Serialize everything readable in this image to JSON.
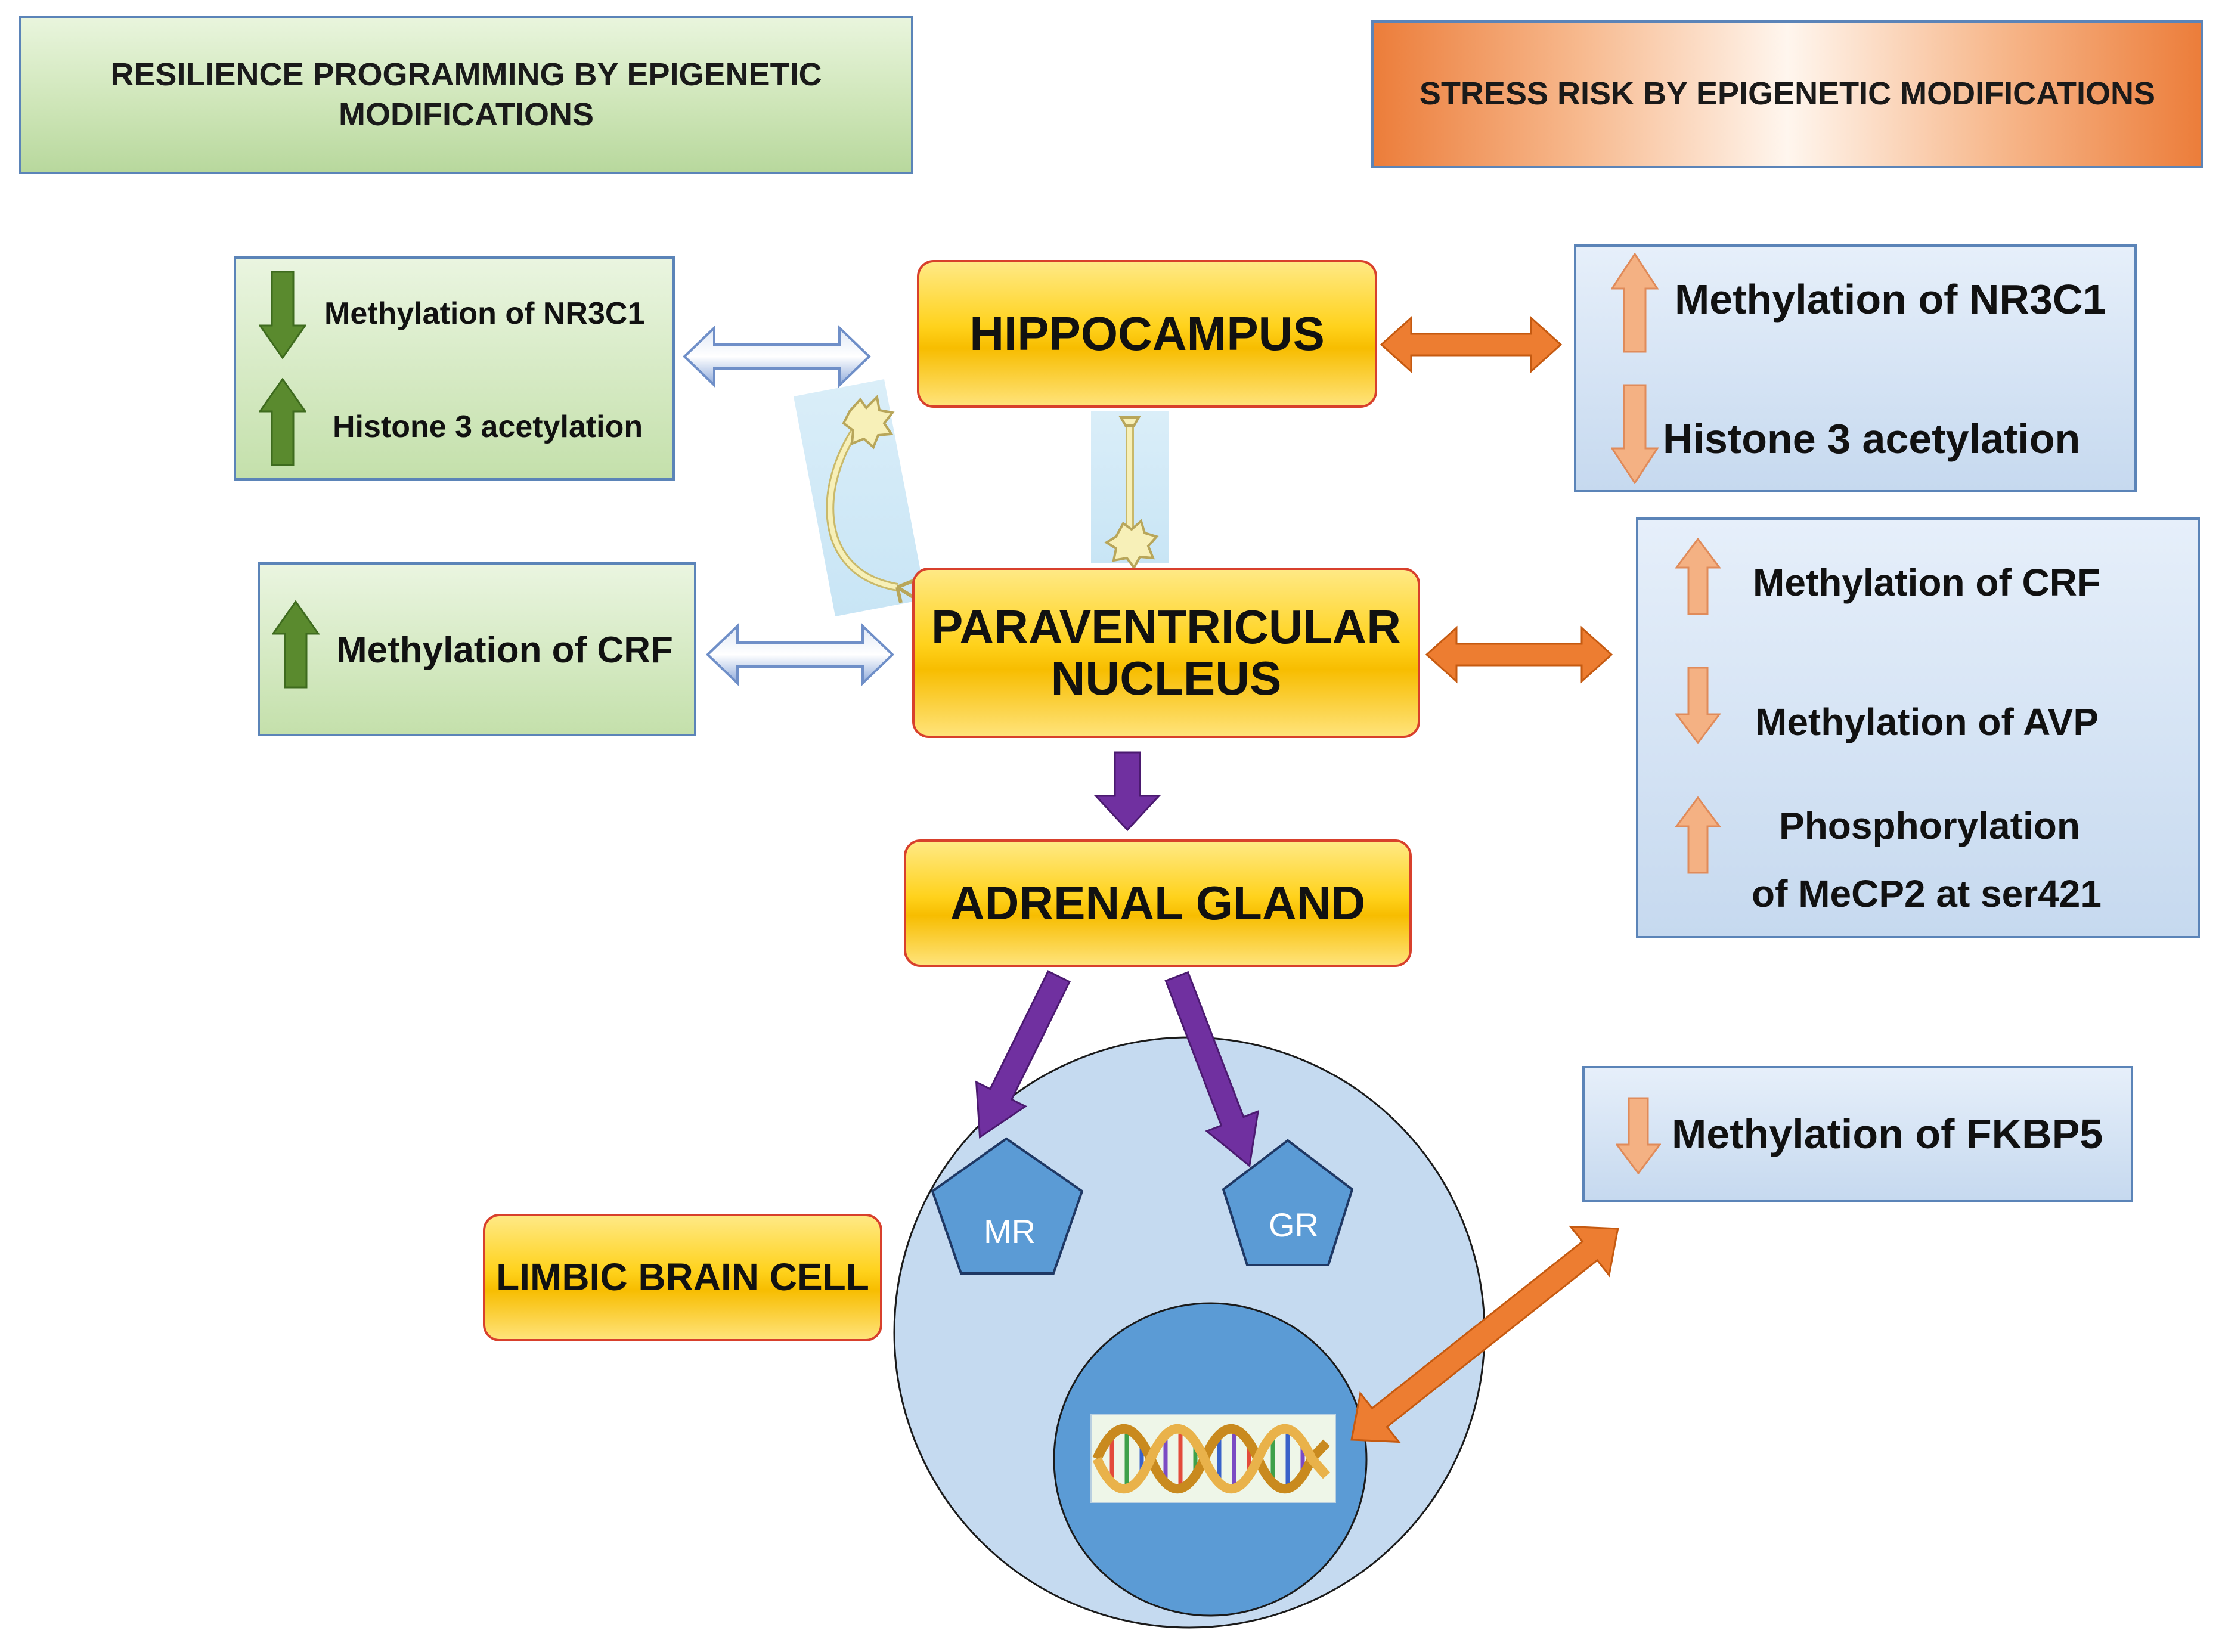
{
  "headers": {
    "resilience": "RESILIENCE PROGRAMMING BY EPIGENETIC MODIFICATIONS",
    "stress": "STRESS RISK BY EPIGENETIC MODIFICATIONS"
  },
  "structures": {
    "hippocampus": "HIPPOCAMPUS",
    "pvn_line1": "PARAVENTRICULAR",
    "pvn_line2": "NUCLEUS",
    "adrenal": "ADRENAL GLAND",
    "limbic": "LIMBIC BRAIN CELL"
  },
  "resilience_hippocampus": [
    {
      "label": "Methylation of NR3C1",
      "direction": "down"
    },
    {
      "label": "Histone 3 acetylation",
      "direction": "up"
    }
  ],
  "resilience_pvn": [
    {
      "label": "Methylation of CRF",
      "direction": "up"
    }
  ],
  "stress_hippocampus": [
    {
      "label": "Methylation of NR3C1",
      "direction": "up"
    },
    {
      "label": "Histone 3 acetylation",
      "direction": "down"
    }
  ],
  "stress_pvn": [
    {
      "label": "Methylation of CRF",
      "direction": "up"
    },
    {
      "label": "Methylation of AVP",
      "direction": "down"
    },
    {
      "label_line1": "Phosphorylation",
      "label_line2": "of MeCP2 at ser421",
      "direction": "up"
    }
  ],
  "stress_cell": [
    {
      "label": "Methylation of FKBP5",
      "direction": "down"
    }
  ],
  "receptors": {
    "mr": "MR",
    "gr": "GR"
  },
  "colors": {
    "resilience_arrow": "#5a8a2e",
    "stress_arrow": "#f4b183",
    "purple_arrow": "#7030a0",
    "orange_link": "#ed7d31",
    "blue_link": "#8eaadb",
    "box_yellow": "#ffd21c",
    "cell_fill": "#c5daf0",
    "nucleus_fill": "#5b9bd5",
    "receptor_fill": "#5b9bd5"
  },
  "icons": [
    "neuron-icon",
    "dna-helix-icon",
    "up-arrow-icon",
    "down-arrow-icon",
    "double-arrow-icon"
  ]
}
